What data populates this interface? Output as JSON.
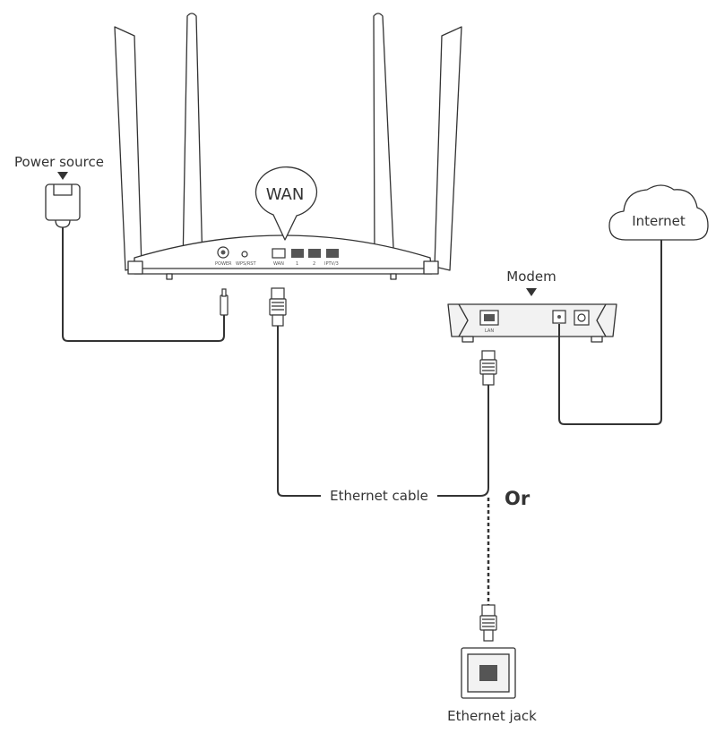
{
  "labels": {
    "power_source": "Power source",
    "wan_bubble": "WAN",
    "internet": "Internet",
    "modem": "Modem",
    "ethernet_cable": "Ethernet cable",
    "or": "Or",
    "ethernet_jack": "Ethernet jack"
  },
  "router_ports": {
    "power": "POWER",
    "wps_rst": "WPS/RST",
    "wan": "WAN",
    "lan1": "1",
    "lan2": "2",
    "iptv": "IPTV/3"
  },
  "modem_ports": {
    "lan": "LAN"
  },
  "icons": [
    "power-adapter-icon",
    "router-icon",
    "cloud-icon",
    "modem-icon",
    "rj45-connector-icon",
    "wall-jack-icon"
  ],
  "colors": {
    "line": "#333333",
    "port_fill": "#555555",
    "panel_fill": "#f2f2f2"
  }
}
